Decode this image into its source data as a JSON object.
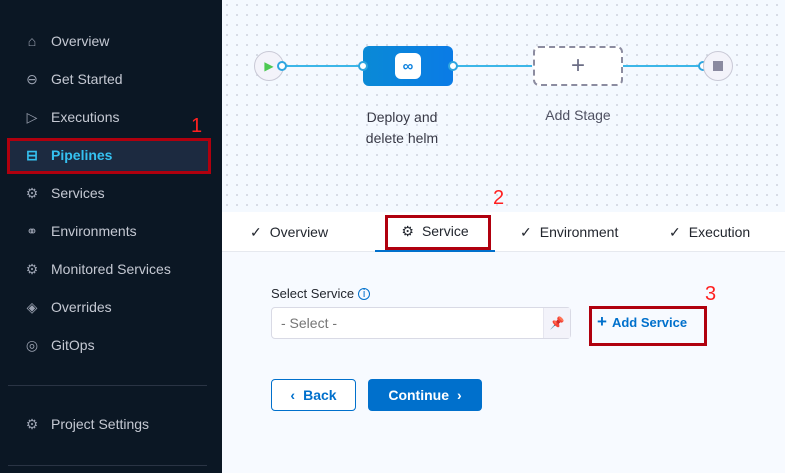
{
  "sidebar": {
    "items": [
      {
        "label": "Overview",
        "icon": "home-icon"
      },
      {
        "label": "Get Started",
        "icon": "get-started-icon"
      },
      {
        "label": "Executions",
        "icon": "executions-icon"
      },
      {
        "label": "Pipelines",
        "icon": "pipelines-icon",
        "active": true
      },
      {
        "label": "Services",
        "icon": "gear-icon"
      },
      {
        "label": "Environments",
        "icon": "environments-icon"
      },
      {
        "label": "Monitored Services",
        "icon": "monitored-services-icon"
      },
      {
        "label": "Overrides",
        "icon": "layers-icon"
      },
      {
        "label": "GitOps",
        "icon": "gitops-icon"
      }
    ],
    "project_settings": "Project Settings"
  },
  "pipeline": {
    "stage_label": "Deploy and delete helm",
    "add_stage": "Add Stage"
  },
  "tabs": [
    {
      "label": "Overview"
    },
    {
      "label": "Service",
      "active": true
    },
    {
      "label": "Environment"
    },
    {
      "label": "Execution"
    }
  ],
  "form": {
    "select_label": "Select Service",
    "select_placeholder": "- Select -",
    "add_service": "Add Service",
    "back": "Back",
    "continue": "Continue"
  },
  "annotations": [
    "1",
    "2",
    "3"
  ],
  "colors": {
    "accent": "#0070cc",
    "sidebar_bg": "#0b1724",
    "active": "#35c1f1",
    "highlight": "#b0000e"
  }
}
